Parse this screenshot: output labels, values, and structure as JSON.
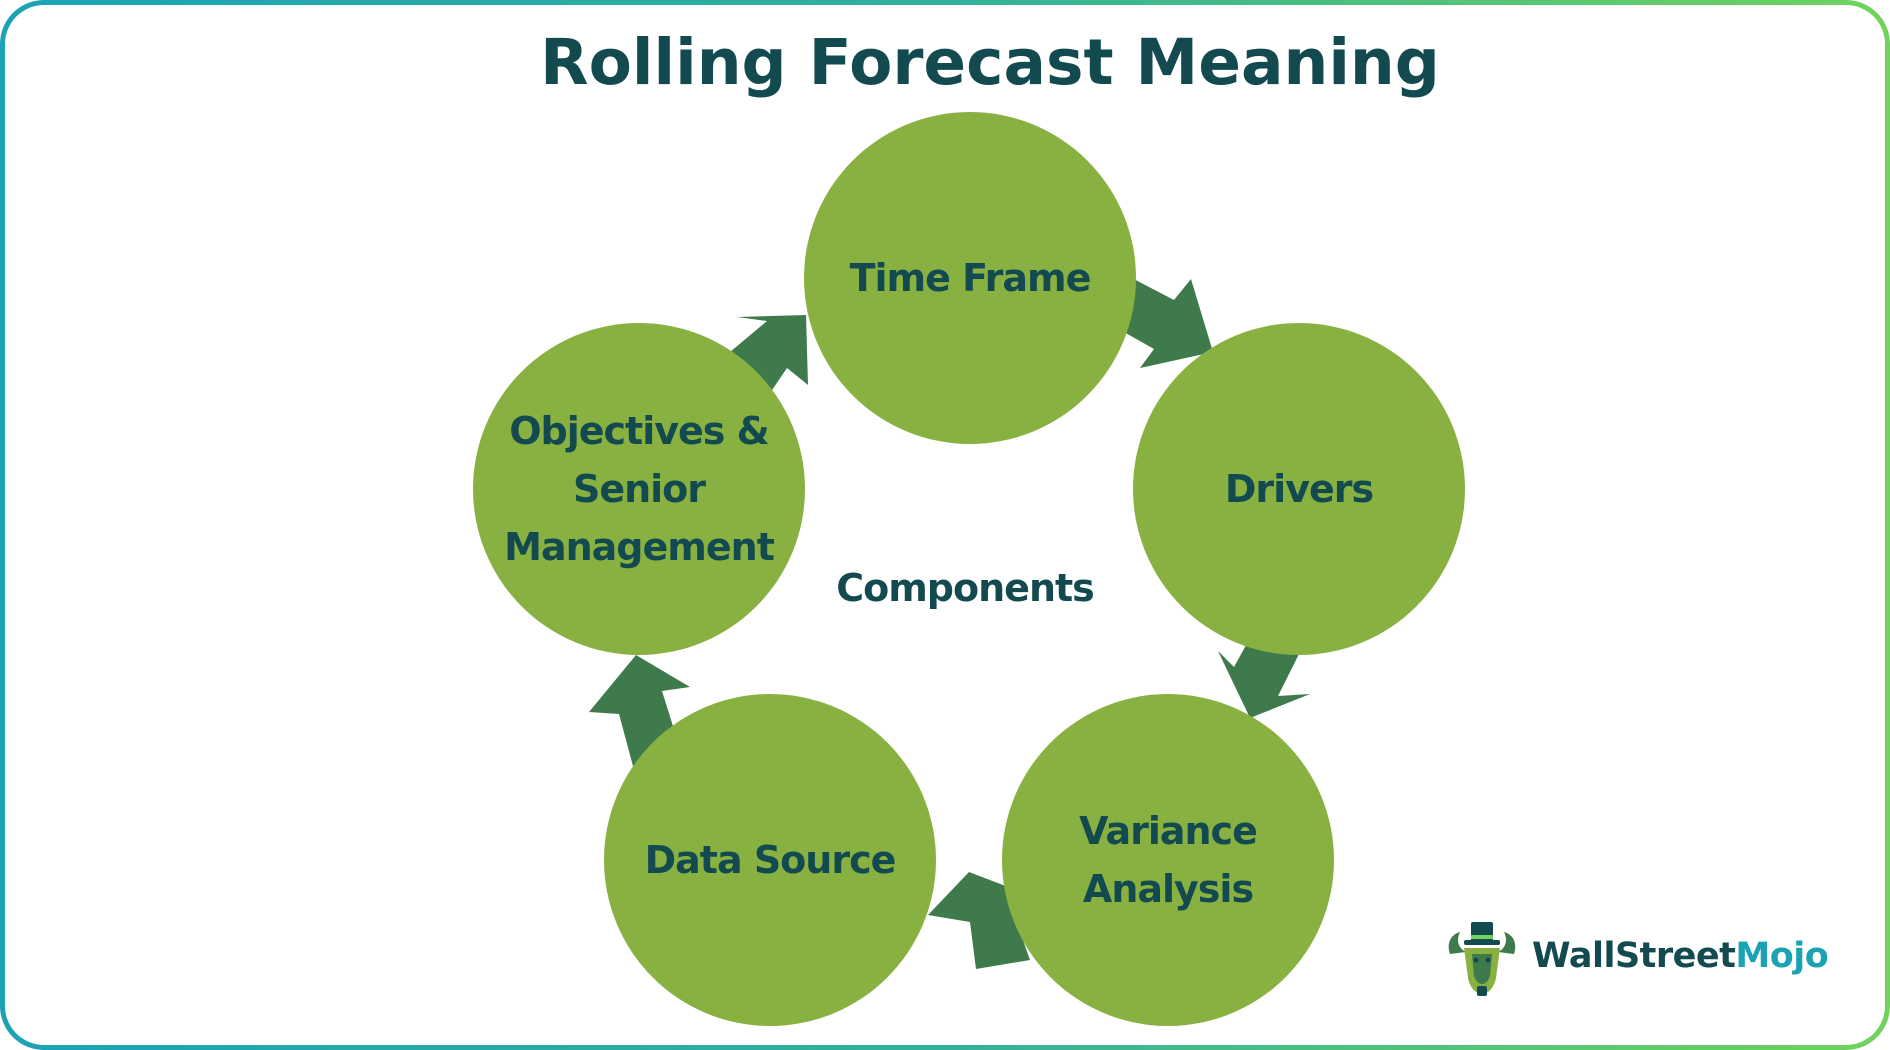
{
  "title": "Rolling Forecast Meaning",
  "diagram": {
    "center_label": "Components",
    "components": [
      "Time Frame",
      "Drivers",
      "Variance\nAnalysis",
      "Data Source",
      "Objectives &\nSenior\nManagement"
    ]
  },
  "brand": {
    "name_part1": "WallStreet",
    "name_part2": "Mojo",
    "icon": "bull-with-top-hat-icon"
  },
  "colors": {
    "circle_fill": "#89b141",
    "arrow_fill": "#3f7a4c",
    "text_dark": "#124a4f",
    "brand_accent": "#1ba3b4"
  }
}
